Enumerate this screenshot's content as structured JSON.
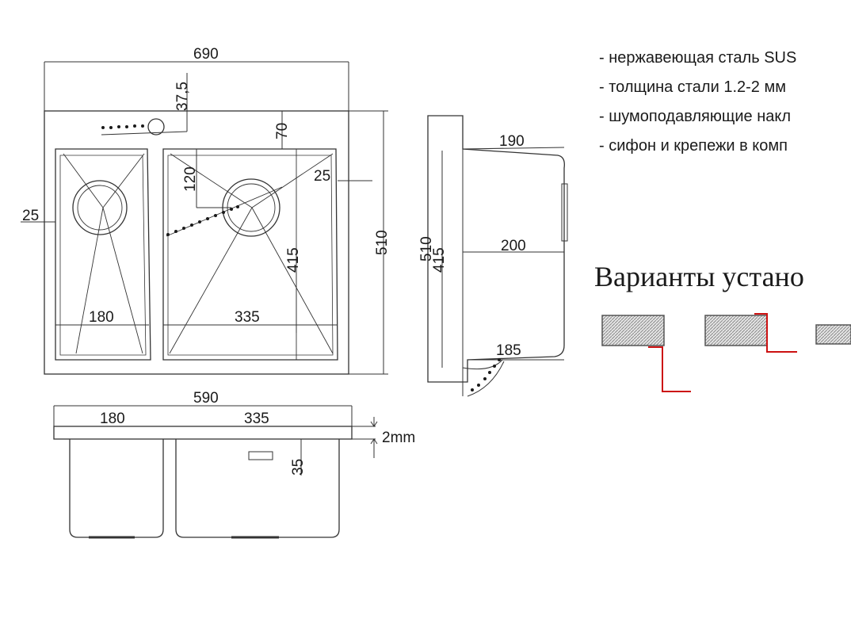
{
  "specs": [
    "- нержавеющая сталь SUS",
    "- толщина стали 1.2-2 мм",
    "- шумоподавляющие накл",
    "- сифон и крепежи в комп"
  ],
  "variants_title": "Варианты устано",
  "dimensions": {
    "overall_width": "690",
    "hole_offset": "37,5",
    "top_edge": "70",
    "bowl_offset": "120",
    "right_margin": "25",
    "left_margin": "25",
    "overall_depth": "510",
    "bowl_depth": "415",
    "small_bowl_width": "180",
    "large_bowl_width": "335",
    "side_top": "190",
    "side_mid": "200",
    "side_bottom": "185",
    "side_depth_outer": "510",
    "side_depth_inner": "415",
    "front_total": "590",
    "front_small": "180",
    "front_large": "335",
    "thickness": "2mm",
    "depth_35": "35"
  },
  "colors": {
    "line": "#333333",
    "hatch": "#8a8a8a",
    "accent": "#cc1111"
  }
}
